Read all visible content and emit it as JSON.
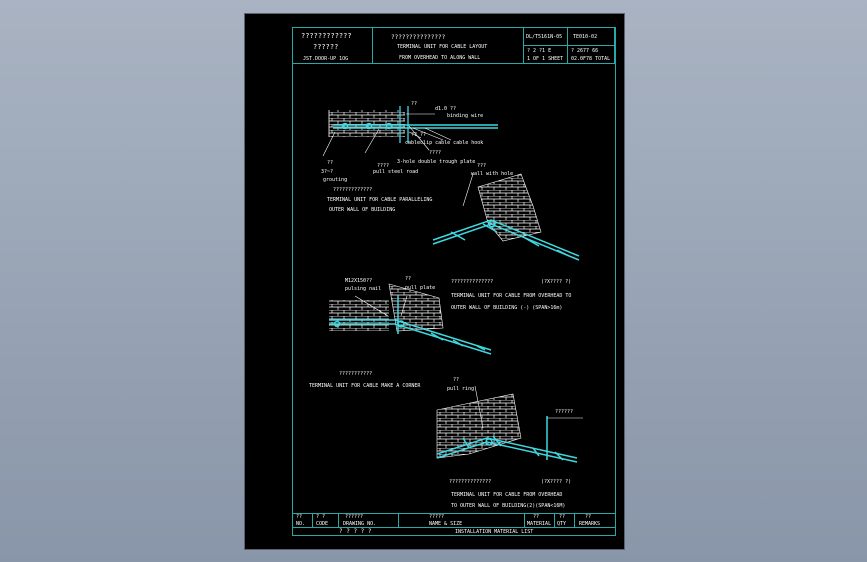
{
  "title_block": {
    "q1": "????????????",
    "q2": "??????",
    "code_left": "JST.DOOR-UP 1OG",
    "q3": "???????????????",
    "line1": "TERMINAL UNIT FOR CABLE LAYOUT",
    "line2": "FROM OVERHEAD TO ALONG WALL",
    "std": "DL/T5161N-05",
    "sheet_code": "TE010-02",
    "r2a": "? 2 ?1  E",
    "r2b": "1 OF 1 SHEET",
    "r2c": "? 2677 66",
    "r2d": "02.0F78 TOTAL"
  },
  "annotations": {
    "d1_a": "??",
    "d1_b": "d1.0  ??",
    "d1_c": "binding wire",
    "d1_d": "??    ??",
    "d1_e": "cableclip cable   cable hook",
    "d1_f": "????",
    "d1_g": "3-hole double trough plate",
    "d1_h": "??",
    "d1_i": "3?~?",
    "d1_j": "grouting",
    "d1_k": "????",
    "d1_l": "pull steel road",
    "d1_cn": "?????????????",
    "d1_cap1": "TERMINAL UNIT FOR CABLE PARALLELING",
    "d1_cap2": "OUTER WALL OF BUILDING",
    "d2_a": "???",
    "d2_b": "wall with hole",
    "d3_a": "M12X150??",
    "d3_b": "pulsing nail",
    "d3_c": "??",
    "d3_d": "pull plate",
    "d3_cn": "??????????????",
    "d3_num": "(?X???? ?)",
    "d3_cap1": "TERMINAL UNIT FOR CABLE FROM OVERHEAD TO",
    "d3_cap2": "OUTER WALL OF BUILDING (-)   (SPAN>16m)",
    "d4_cn": "???????????",
    "d4_cap": "TERMINAL UNIT FOR CABLE MAKE A CORNER",
    "d5_a": "??",
    "d5_b": "pull ring",
    "d5_c": "??????",
    "d5_cn": "??????????????",
    "d5_num": "(?X???? ?)",
    "d5_cap1": "TERMINAL UNIT FOR CABLE FROM OVERHEAD",
    "d5_cap2": "TO OUTER WALL OF BUILDING(2)(SPAN<16M)"
  },
  "material_list": {
    "headers_cn": [
      "??",
      "? ?",
      "??????",
      "?????",
      "??",
      "??",
      "??"
    ],
    "headers_en": [
      "NO.",
      "CODE",
      "DRAWING NO.",
      "NAME & SIZE",
      "MATERIAL",
      "QTY",
      "REMARKS"
    ],
    "footer_cn": "?   ?   ?   ?   ?",
    "footer_en": "INSTALLATION MATERIAL LIST"
  },
  "colors": {
    "frame": "#2aa7a7",
    "pipe": "#3fd8e0",
    "brick": "#ffffff",
    "text": "#ffffff"
  }
}
